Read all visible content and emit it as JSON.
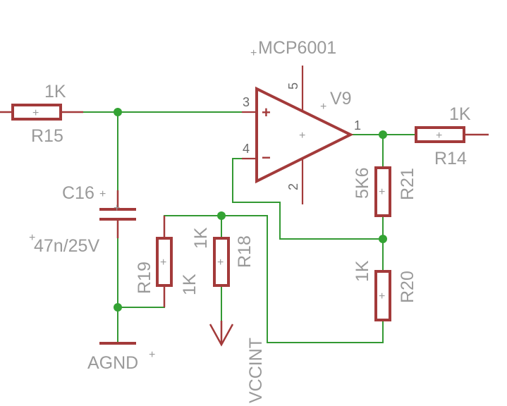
{
  "parts": {
    "opamp": {
      "name": "V9",
      "value": "MCP6001",
      "pins": {
        "noninv": "3",
        "inv": "4",
        "out": "1",
        "vdd": "5",
        "vss": "2"
      },
      "sign_plus": "+",
      "sign_minus": "−"
    },
    "r15": {
      "name": "R15",
      "value": "1K"
    },
    "r14": {
      "name": "R14",
      "value": "1K"
    },
    "r21": {
      "name": "R21",
      "value": "5K6"
    },
    "r20": {
      "name": "R20",
      "value": "1K"
    },
    "r19": {
      "name": "R19",
      "value": "1K"
    },
    "r18": {
      "name": "R18",
      "value": "1K"
    },
    "c16": {
      "name": "C16",
      "value": "47n/25V"
    }
  },
  "supplies": {
    "agnd": "AGND",
    "vccint": "VCCINT"
  },
  "marks": {
    "origin": "+"
  },
  "colors": {
    "wire": "#339933",
    "part": "#a33a3a",
    "label": "#9a9a9a",
    "junction": "#33a333"
  }
}
